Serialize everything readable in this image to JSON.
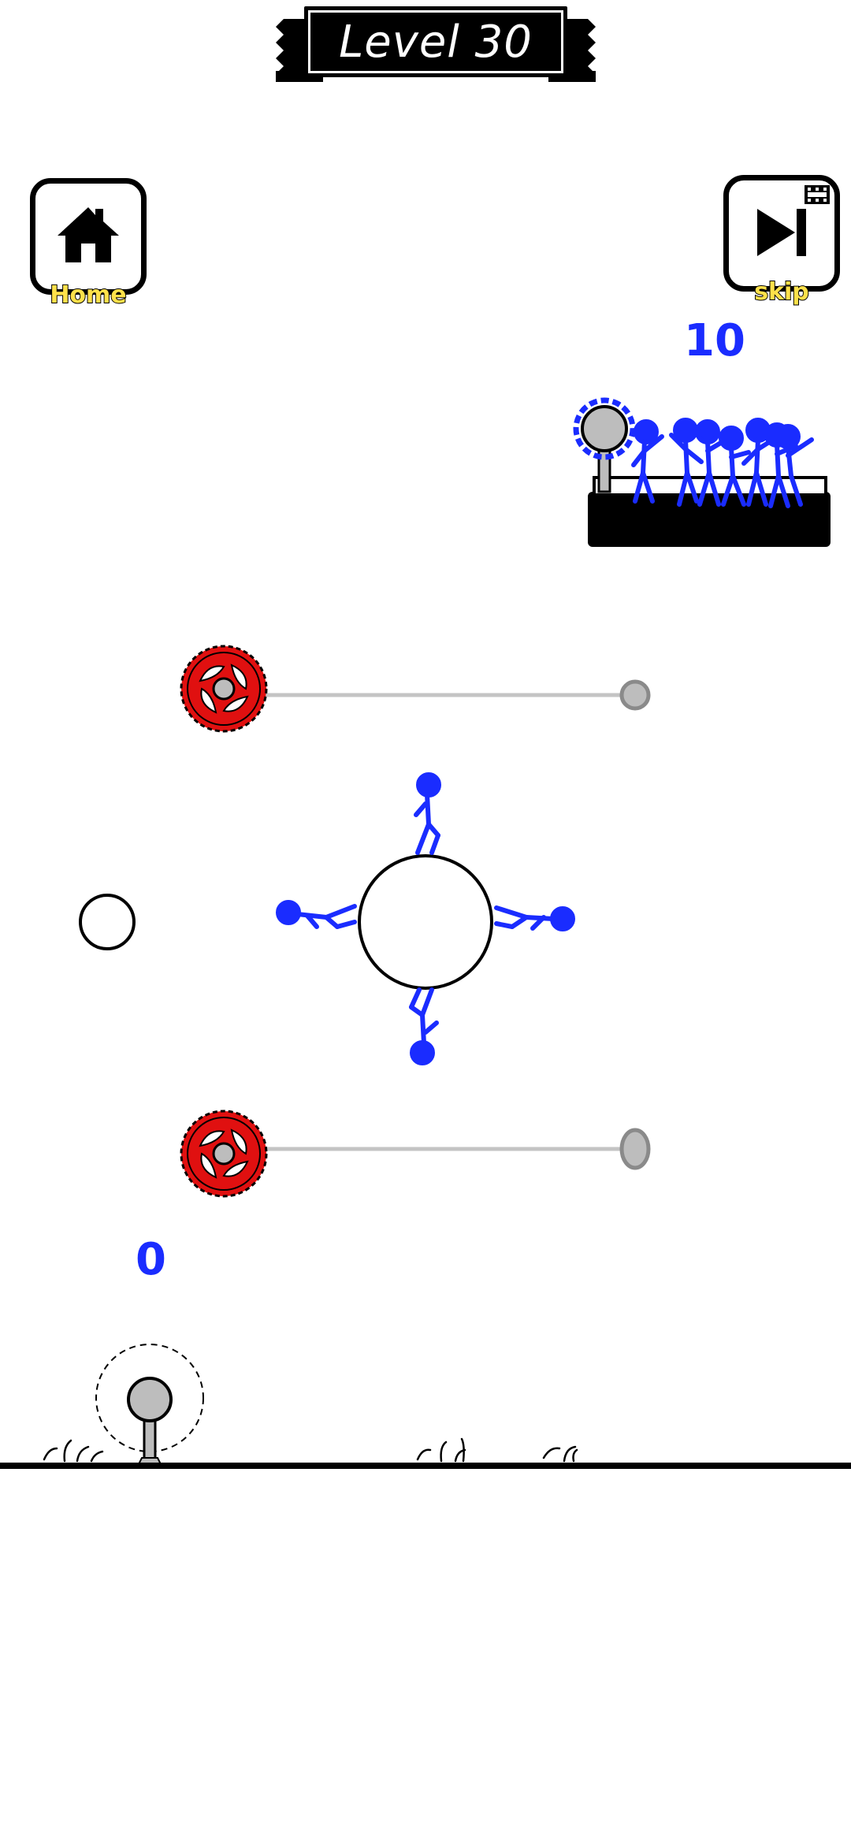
{
  "header": {
    "level_label": "Level 30"
  },
  "nav": {
    "home_label": "Home",
    "skip_label": "skip",
    "home_icon": "house-icon",
    "skip_icon": "skip-forward-icon",
    "video_icon": "film-icon"
  },
  "counters": {
    "crowd_count": "10",
    "target_count": "0"
  },
  "colors": {
    "stickman": "#1a2cff",
    "saw": "#e01010",
    "pin": "#bdbdbd",
    "ground": "#000000"
  }
}
